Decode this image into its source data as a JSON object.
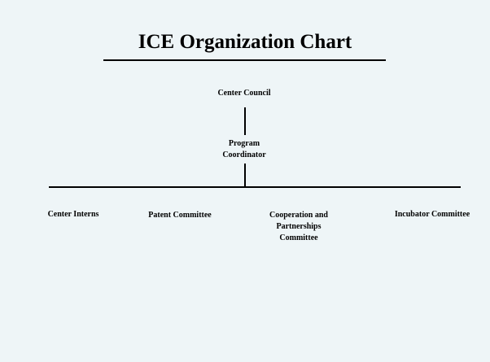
{
  "title": "ICE Organization Chart",
  "nodes": {
    "center_council": "Center Council",
    "program_coordinator_line1": "Program",
    "program_coordinator_line2": "Coordinator",
    "center_interns": "Center Interns",
    "patent_committee": "Patent Committee",
    "cooperation_line1": "Cooperation and",
    "cooperation_line2": "Partnerships",
    "cooperation_line3": "Committee",
    "incubator_committee": "Incubator Committee"
  }
}
